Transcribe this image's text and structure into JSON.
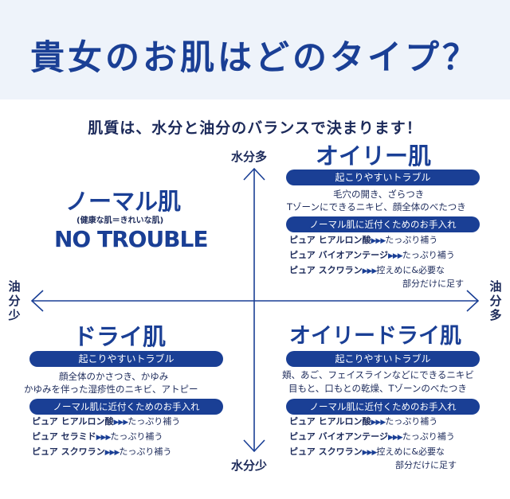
{
  "title": "貴女のお肌はどのタイプ？",
  "subtitle": "肌質は、水分と油分のバランスで決まります！",
  "axes": {
    "top": "水分多",
    "bottom": "水分少",
    "left_chars": [
      "油",
      "分",
      "少"
    ],
    "right_chars": [
      "油",
      "分",
      "多"
    ]
  },
  "normal": {
    "title": "ノーマル肌",
    "note": "(健康な肌＝きれいな肌)",
    "big": "NO TROUBLE"
  },
  "oily": {
    "title": "オイリー肌",
    "trouble_label": "起こりやすいトラブル",
    "troubles": [
      "毛穴の開き、ざらつき",
      "Tゾーンにできるニキビ、顔全体のべたつき"
    ],
    "care_label": "ノーマル肌に近付くためのお手入れ",
    "products": [
      {
        "name": "ピュア ヒアルロン酸",
        "text": "たっぷり補う"
      },
      {
        "name": "ピュア バイオアンテージ",
        "text": "たっぷり補う"
      },
      {
        "name": "ピュア スクワラン",
        "text": "控えめに&必要な"
      }
    ],
    "extra": "部分だけに足す"
  },
  "dry": {
    "title": "ドライ肌",
    "trouble_label": "起こりやすいトラブル",
    "troubles": [
      "顔全体のかさつき、かゆみ",
      "かゆみを伴った湿疹性のニキビ、アトピー"
    ],
    "care_label": "ノーマル肌に近付くためのお手入れ",
    "products": [
      {
        "name": "ピュア ヒアルロン酸",
        "text": "たっぷり補う"
      },
      {
        "name": "ピュア セラミド",
        "text": "たっぷり補う"
      },
      {
        "name": "ピュア スクワラン",
        "text": "たっぷり補う"
      }
    ]
  },
  "oilydry": {
    "title": "オイリードライ肌",
    "trouble_label": "起こりやすいトラブル",
    "troubles": [
      "頬、あご、フェイスラインなどにできるニキビ",
      "目もと、口もとの乾燥、Tゾーンのべたつき"
    ],
    "care_label": "ノーマル肌に近付くためのお手入れ",
    "products": [
      {
        "name": "ピュア ヒアルロン酸",
        "text": "たっぷり補う"
      },
      {
        "name": "ピュア バイオアンテージ",
        "text": "たっぷり補う"
      },
      {
        "name": "ピュア スクワラン",
        "text": "控えめに&必要な"
      }
    ],
    "extra": "部分だけに足す"
  },
  "arrow_glyph": "▶▶▶",
  "colors": {
    "brand": "#1a3f95",
    "text": "#1c2a5a",
    "header_bg": "#eef3fa"
  }
}
